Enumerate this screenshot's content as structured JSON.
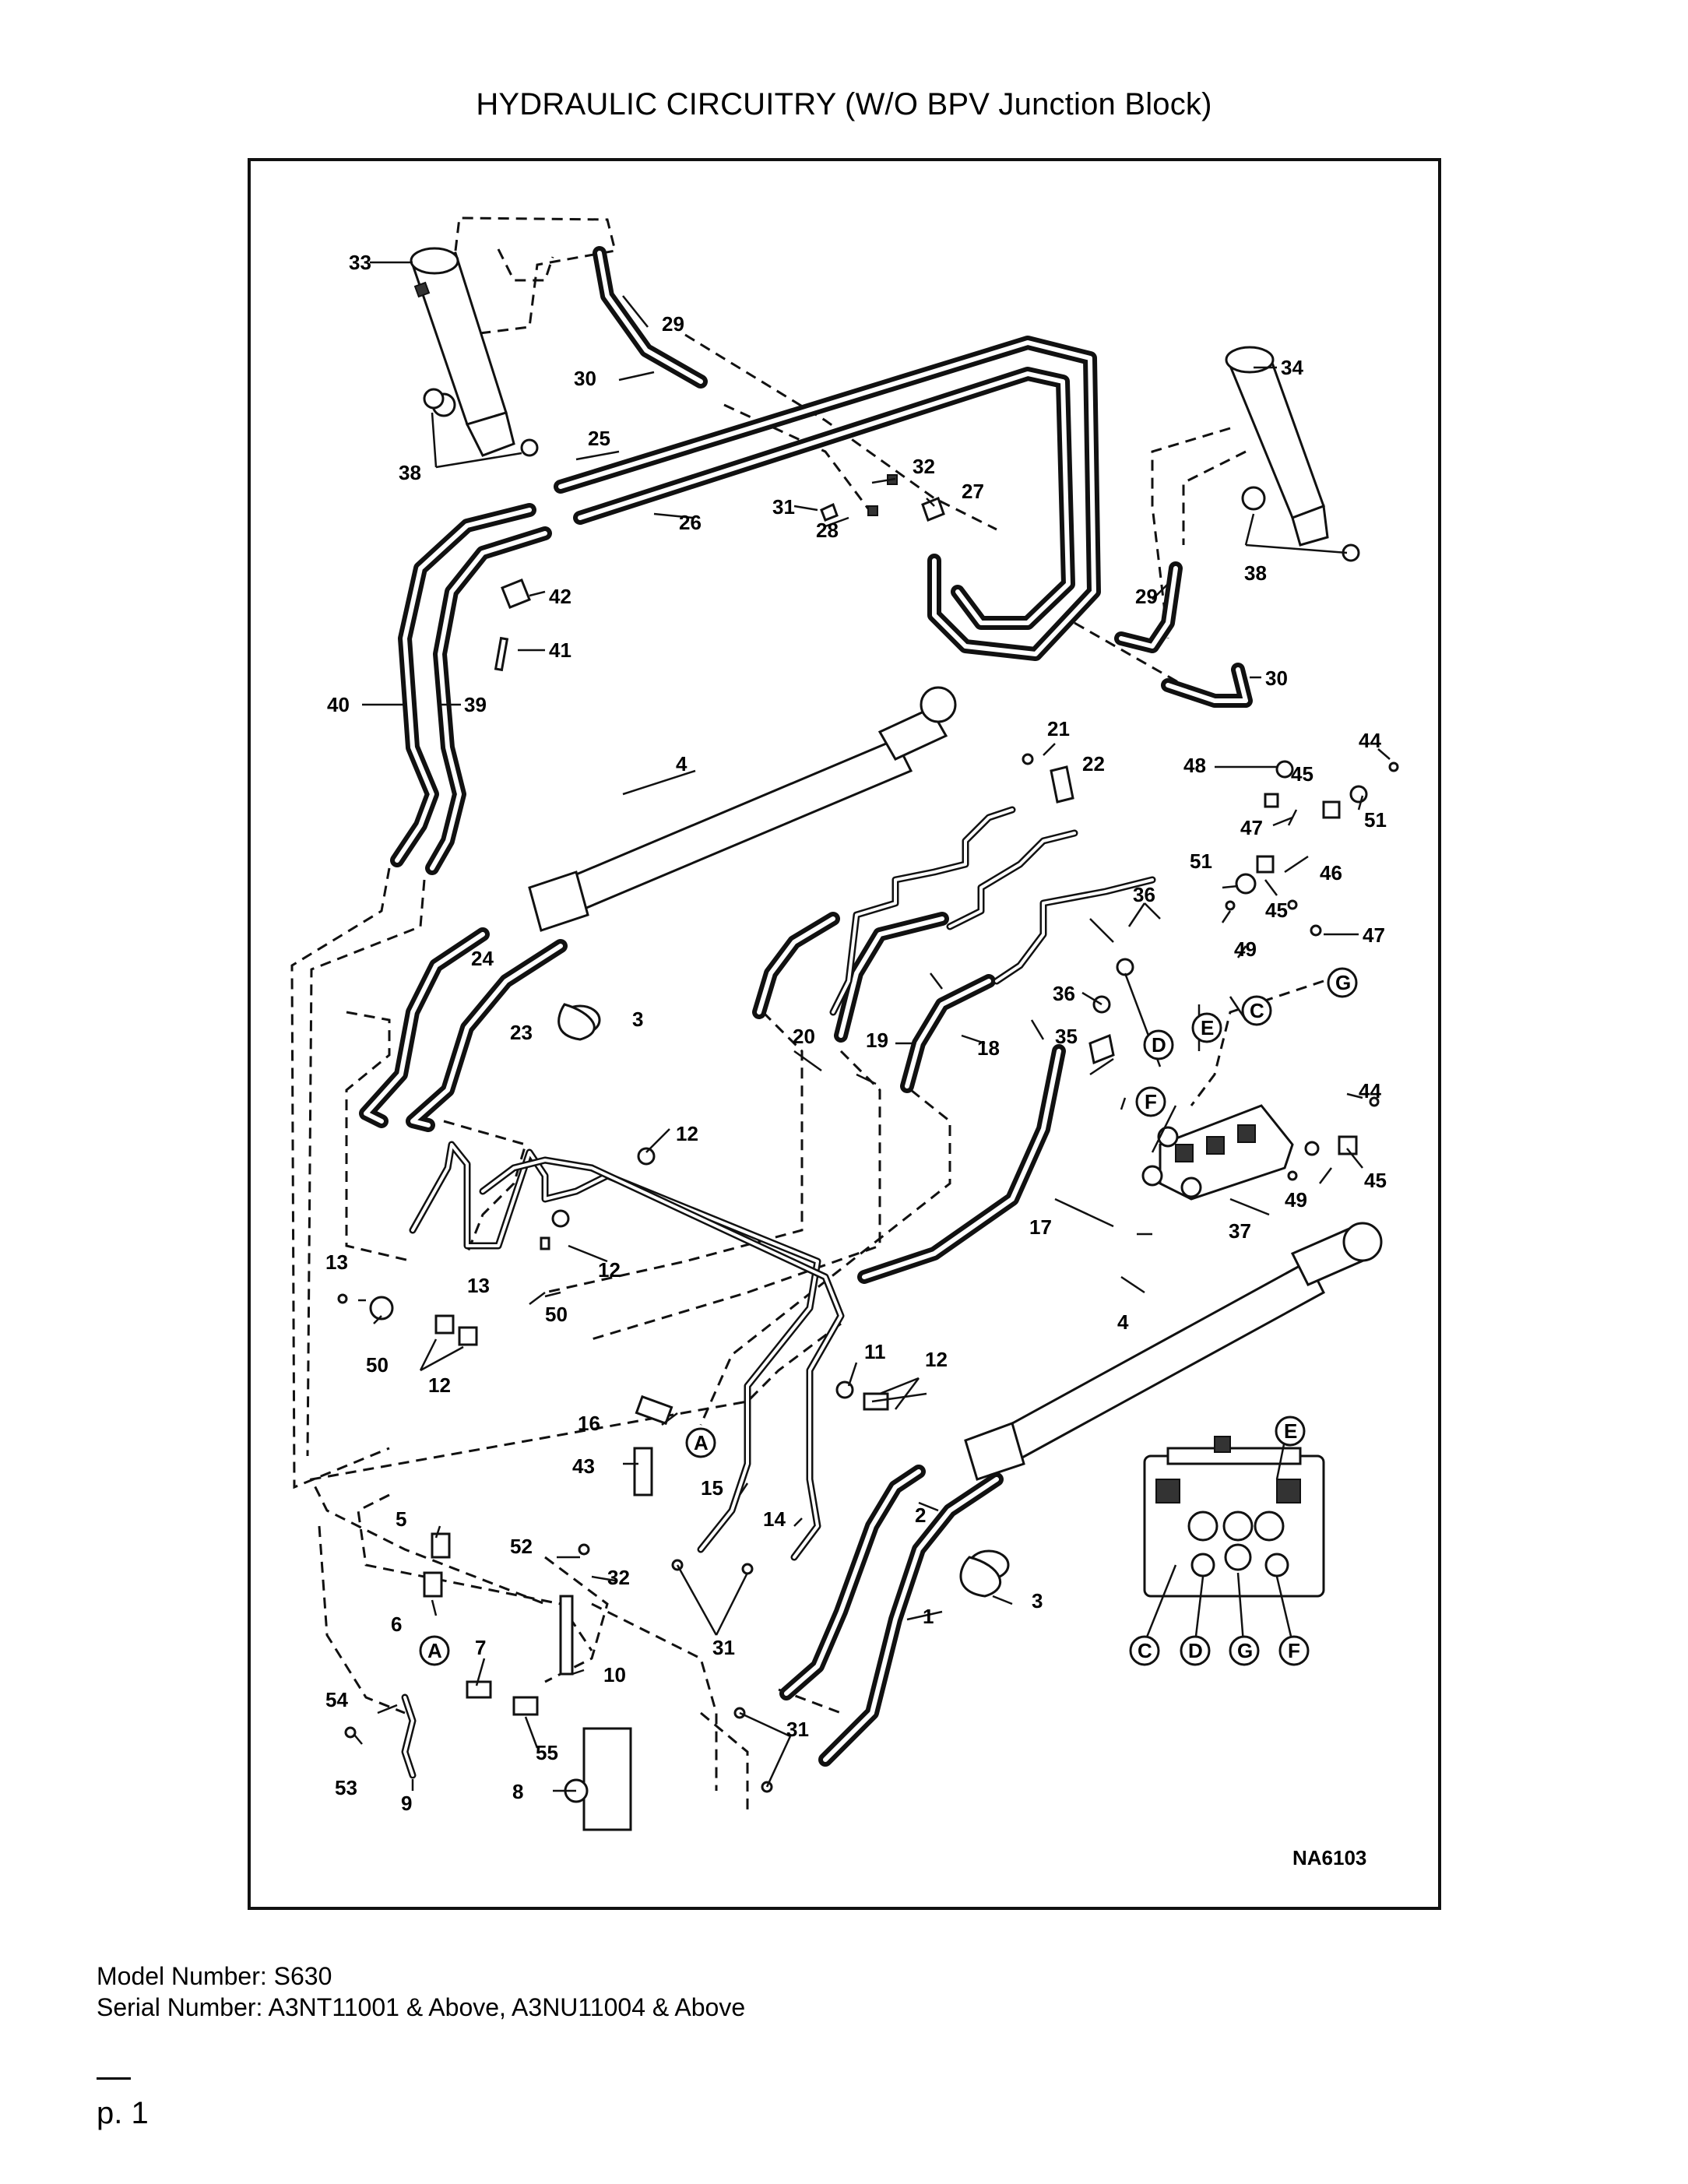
{
  "page": {
    "title": "HYDRAULIC CIRCUITRY (W/O BPV Junction Block)",
    "model_number": "Model Number: S630",
    "serial_number": "Serial Number: A3NT11001 & Above, A3NU11004 & Above",
    "page_number": "p. 1"
  },
  "diagram": {
    "drawing_code": "NA6103",
    "callouts": [
      "1",
      "2",
      "3",
      "4",
      "5",
      "6",
      "7",
      "8",
      "9",
      "10",
      "11",
      "12",
      "13",
      "14",
      "15",
      "16",
      "17",
      "18",
      "19",
      "20",
      "21",
      "22",
      "23",
      "24",
      "25",
      "26",
      "27",
      "28",
      "29",
      "30",
      "31",
      "32",
      "33",
      "34",
      "35",
      "36",
      "37",
      "38",
      "39",
      "40",
      "41",
      "42",
      "43",
      "44",
      "45",
      "46",
      "47",
      "48",
      "49",
      "50",
      "51",
      "52",
      "53",
      "54",
      "55"
    ],
    "port_letters": [
      "A",
      "C",
      "D",
      "E",
      "F",
      "G"
    ]
  }
}
